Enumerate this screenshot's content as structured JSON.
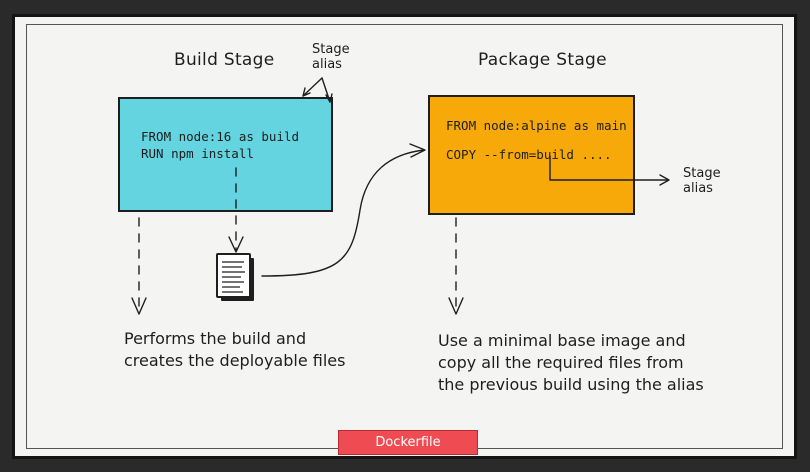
{
  "build_stage": {
    "title": "Build Stage",
    "alias_label_line1": "Stage",
    "alias_label_line2": "alias",
    "code_line1": "FROM node:16 as build",
    "code_line2": "RUN npm install",
    "note_line1": "Performs the build and",
    "note_line2": "creates the deployable files",
    "color": "#63d4e0"
  },
  "package_stage": {
    "title": "Package Stage",
    "code_line1": "FROM node:alpine as main",
    "code_line2": "COPY --from=build ....",
    "alias_label_line1": "Stage",
    "alias_label_line2": "alias",
    "note_line1": "Use a minimal base image and",
    "note_line2": "copy all the required files from",
    "note_line3": "the previous build using the alias",
    "color": "#f7a909"
  },
  "badge": {
    "label": "Dockerfile",
    "color": "#ee4b53"
  },
  "icons": {
    "artifact": "document-stack-icon"
  }
}
